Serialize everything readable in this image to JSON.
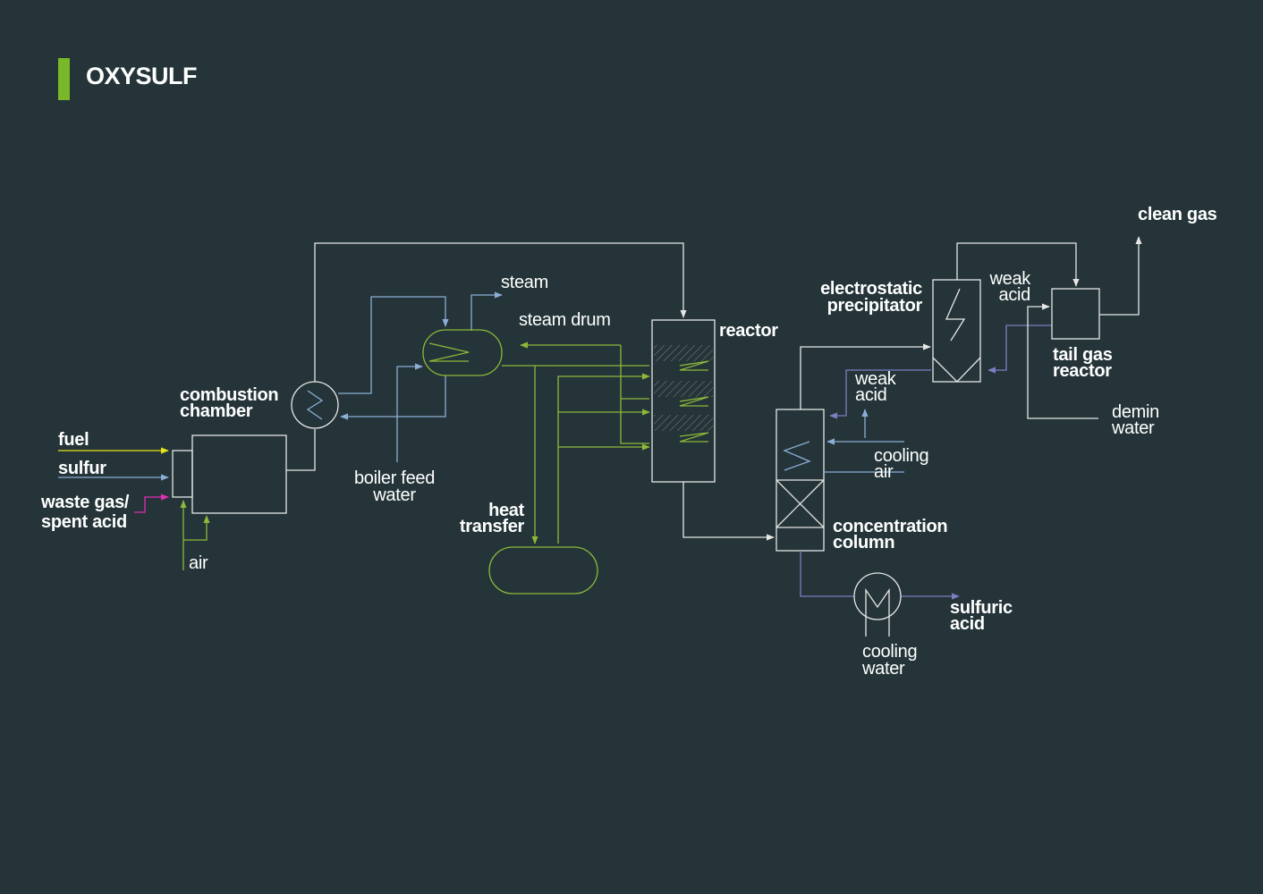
{
  "title": "OXYSULF",
  "colors": {
    "background": "#243438",
    "accent": "#7ab82a",
    "line_white": "#e6e6e6",
    "line_blue": "#8aaed6",
    "line_green": "#8db83a",
    "line_purple": "#7b7ec2",
    "fuel_yellow": "#e6e21a",
    "waste_magenta": "#e02fb2"
  },
  "labels": {
    "fuel": "fuel",
    "sulfur": "sulfur",
    "waste_gas_1": "waste gas/",
    "waste_gas_2": "spent acid",
    "air": "air",
    "combustion_1": "combustion",
    "combustion_2": "chamber",
    "boiler_1": "boiler feed",
    "boiler_2": "water",
    "steam": "steam",
    "steam_drum": "steam drum",
    "heat_1": "heat",
    "heat_2": "transfer",
    "reactor": "reactor",
    "esp_1": "electrostatic",
    "esp_2": "precipitator",
    "weak_acid_top_1": "weak",
    "weak_acid_top_2": "acid",
    "weak_acid_mid_1": "weak",
    "weak_acid_mid_2": "acid",
    "cooling_air_1": "cooling",
    "cooling_air_2": "air",
    "conc_1": "concentration",
    "conc_2": "column",
    "cooling_water_1": "cooling",
    "cooling_water_2": "water",
    "sulfuric_1": "sulfuric",
    "sulfuric_2": "acid",
    "tail_gas_1": "tail gas",
    "tail_gas_2": "reactor",
    "demin_1": "demin",
    "demin_2": "water",
    "clean_gas": "clean gas"
  }
}
